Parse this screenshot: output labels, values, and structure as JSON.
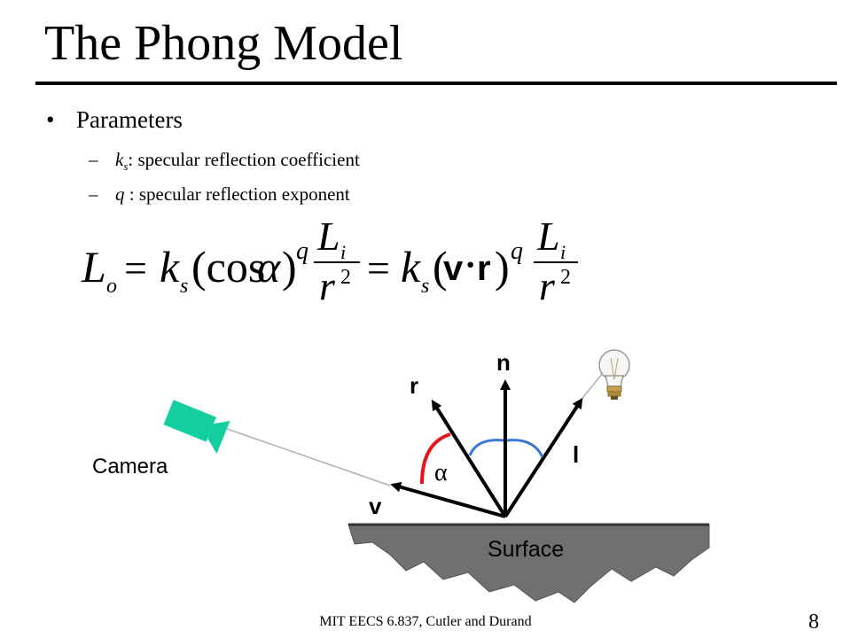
{
  "slide": {
    "title": "The Phong Model",
    "bullet": "Parameters",
    "sub_items": [
      {
        "dash": "–",
        "symbol": "k",
        "subscript": "s",
        "text": ": specular reflection coefficient"
      },
      {
        "dash": "–",
        "symbol": "q",
        "subscript": "",
        "text": " : specular reflection exponent"
      }
    ],
    "footer": "MIT EECS 6.837, Cutler and Durand",
    "page_number": "8"
  },
  "equation": {
    "lhs": "L",
    "lhs_sub": "o",
    "eq1": "=",
    "k1": "k",
    "k1_sub": "s",
    "cos_term": "(cos",
    "alpha": "α",
    "close1": ")",
    "q1": "q",
    "frac_num1": "L",
    "frac_num1_sub": "i",
    "frac_den1": "r",
    "frac_den1_sup": "2",
    "eq2": "=",
    "k2": "k",
    "k2_sub": "s",
    "open2": "(",
    "v": "v",
    "dot": "·",
    "r": "r",
    "close2": ")",
    "q2": "q",
    "frac_num2": "L",
    "frac_num2_sub": "i",
    "frac_den2": "r",
    "frac_den2_sup": "2"
  },
  "diagram": {
    "label_n": "n",
    "label_r": "r",
    "label_l": "l",
    "label_v": "v",
    "label_alpha": "α",
    "label_camera": "Camera",
    "label_surface": "Surface",
    "colors": {
      "alpha_arc": "#e8141c",
      "normal_arcs": "#3a78d6",
      "camera": "#13cfa0",
      "surface": "#707070",
      "camera_ray": "#b0b0b0"
    },
    "icons": [
      "camera-icon",
      "light-bulb-icon"
    ]
  }
}
